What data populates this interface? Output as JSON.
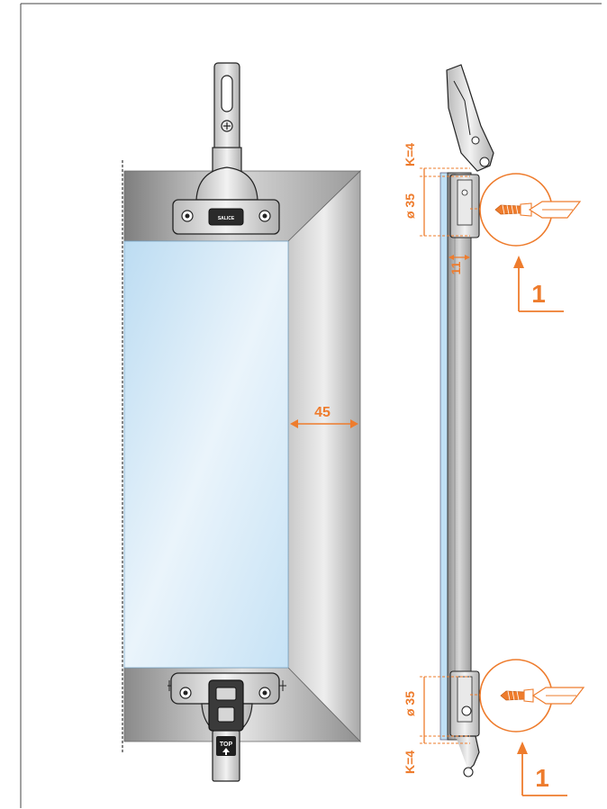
{
  "labels": {
    "width_mark": "45",
    "k_top": "K=4",
    "cup_top": "ø 35",
    "offset": "11",
    "cup_bottom": "ø 35",
    "k_bottom": "K=4",
    "step_top": "1",
    "step_bottom": "1",
    "hinge_tag_top": "SALICE",
    "hinge_tag_bottom": "TOP"
  },
  "colors": {
    "accent": "#ee7c2d",
    "frame_dark": "#8e8e8e",
    "frame_light": "#dcdcdc",
    "glass": "#d4e9f7",
    "outline": "#222222"
  }
}
